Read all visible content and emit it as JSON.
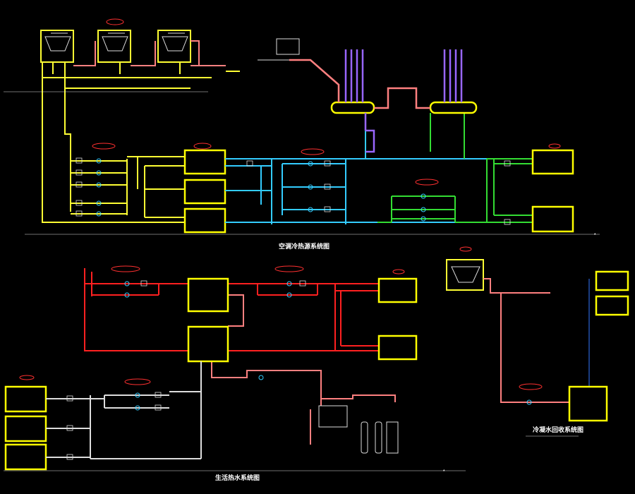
{
  "titles": {
    "top": "空调冷热源系统图",
    "bottom_left": "生活热水系统图",
    "bottom_right": "冷凝水回收系统图"
  },
  "colors": {
    "background": "#000000",
    "yellow": "#ffff33",
    "pink": "#ff8080",
    "cyan": "#33ccff",
    "green": "#33dd33",
    "purple": "#9966ff",
    "red": "#ff2020",
    "white": "#dddddd",
    "equipment_frame": "#ffff00"
  }
}
